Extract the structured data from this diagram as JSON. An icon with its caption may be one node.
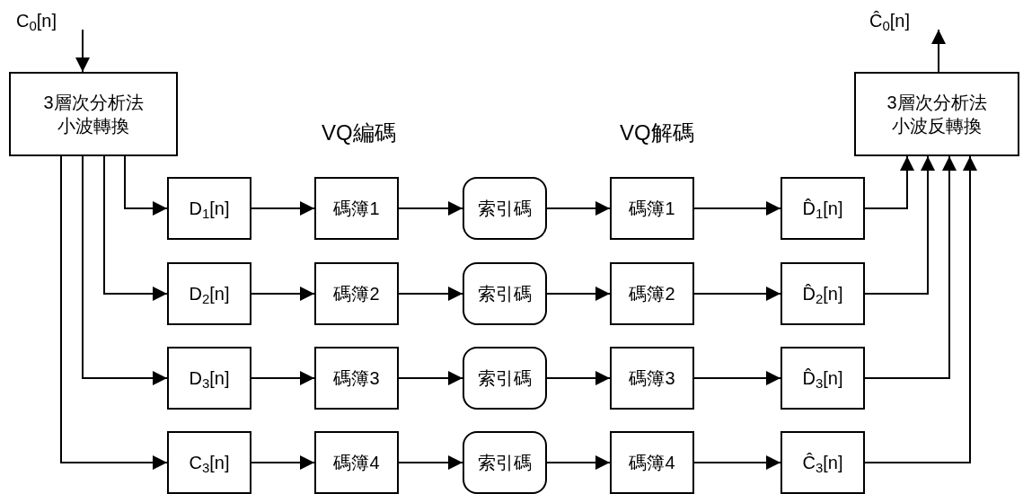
{
  "diagram": {
    "nodes": [
      {
        "text": [
          "3層次分析法小波轉換"
        ]
      },
      {
        "text": [
          "3層次分析法小波反轉換"
        ]
      },
      {
        "text": [
          "D$_{1}$[n]"
        ]
      },
      {
        "text": [
          "碼簿1"
        ]
      },
      {
        "text": [
          "索引碼"
        ]
      },
      {
        "text": [
          "碼簿1"
        ]
      },
      {
        "text": [
          "D̂$_{1}$[n]"
        ]
      },
      {
        "text": [
          "D$_{2}$[n]"
        ]
      },
      {
        "text": [
          "碼簿2"
        ]
      },
      {
        "text": [
          "索引碼"
        ]
      },
      {
        "text": [
          "碼簿2"
        ]
      },
      {
        "text": [
          "D̂$_{2}$[n]"
        ]
      },
      {
        "text": [
          "D$_{3}$[n]"
        ]
      },
      {
        "text": [
          "碼簿3"
        ]
      },
      {
        "text": [
          "索引碼"
        ]
      },
      {
        "text": [
          "碼簿3"
        ]
      },
      {
        "text": [
          "D̂$_{3}$[n]"
        ]
      },
      {
        "text": [
          "C$_{3}$[n]"
        ]
      },
      {
        "text": [
          "碼簿4"
        ]
      },
      {
        "text": [
          "索引碼"
        ]
      },
      {
        "text": [
          "碼簿4"
        ]
      },
      {
        "text": [
          "Ĉ$_{3}$[n]"
        ]
      }
    ],
    "edges": [
      {
        "from": null,
        "to": 0,
        "arrow": "to"
      },
      {
        "from": 1,
        "to": null,
        "arrow": "to"
      },
      {
        "from": 0,
        "to": 2,
        "arrow": "to"
      },
      {
        "from": 2,
        "to": 3,
        "arrow": "to"
      },
      {
        "from": 3,
        "to": 4,
        "arrow": "to"
      },
      {
        "from": 4,
        "to": 5,
        "arrow": "to"
      },
      {
        "from": 5,
        "to": 6,
        "arrow": "to"
      },
      {
        "from": 6,
        "to": 1,
        "arrow": "to"
      },
      {
        "from": 0,
        "to": 7,
        "arrow": "to"
      },
      {
        "from": 7,
        "to": 8,
        "arrow": "to"
      },
      {
        "from": 8,
        "to": 9,
        "arrow": "to"
      },
      {
        "from": 9,
        "to": 10,
        "arrow": "to"
      },
      {
        "from": 10,
        "to": 11,
        "arrow": "to"
      },
      {
        "from": 11,
        "to": 1,
        "arrow": "to"
      },
      {
        "from": 0,
        "to": 12,
        "arrow": "to"
      },
      {
        "from": 12,
        "to": 13,
        "arrow": "to"
      },
      {
        "from": 13,
        "to": 14,
        "arrow": "to"
      },
      {
        "from": 14,
        "to": 15,
        "arrow": "to"
      },
      {
        "from": 15,
        "to": 16,
        "arrow": "to"
      },
      {
        "from": 16,
        "to": 1,
        "arrow": "to"
      },
      {
        "from": 0,
        "to": 17,
        "arrow": "to"
      },
      {
        "from": 17,
        "to": 18,
        "arrow": "to"
      },
      {
        "from": 18,
        "to": 19,
        "arrow": "to"
      },
      {
        "from": 19,
        "to": 20,
        "arrow": "to"
      },
      {
        "from": 20,
        "to": 21,
        "arrow": "to"
      },
      {
        "from": 21,
        "to": 1,
        "arrow": "to"
      }
    ],
    "labels": [
      "C$_{0}$[n]",
      "Ĉ$_{0}$[n]",
      "VQ編碼",
      "VQ解碼"
    ]
  }
}
